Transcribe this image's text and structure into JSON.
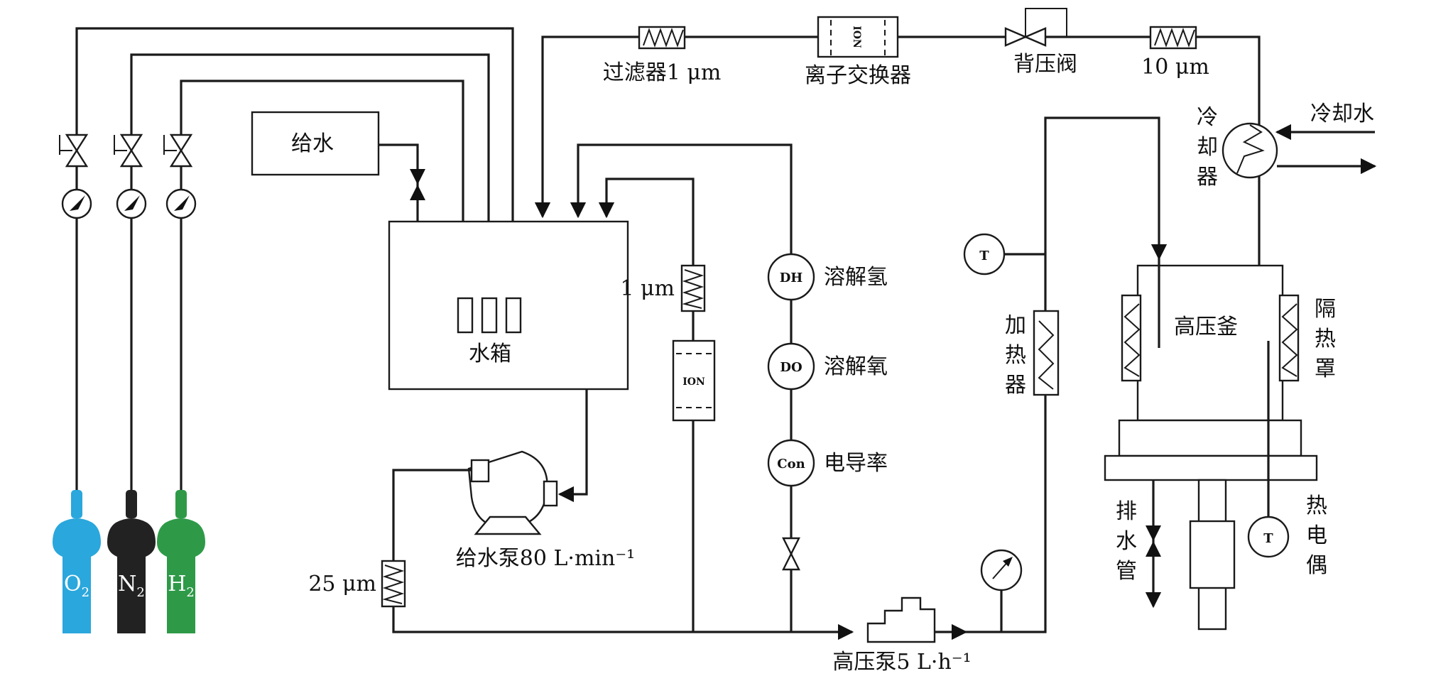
{
  "labels": {
    "filter_1um_top": "过滤器1 μm",
    "ion_exchanger": "离子交换器",
    "back_pressure_valve": "背压阀",
    "filter_10um": "10 μm",
    "cooling_water": "冷却水",
    "cooler": [
      "冷",
      "却",
      "器"
    ],
    "feed_water": "给水",
    "water_tank": "水箱",
    "filter_1um": "1 μm",
    "dissolved_hydrogen": "溶解氢",
    "dissolved_oxygen": "溶解氧",
    "conductivity": "电导率",
    "feed_pump": "给水泵80 L·min⁻¹",
    "filter_25um": "25 μm",
    "high_pressure_pump": "高压泵5 L·h⁻¹",
    "heater": [
      "加",
      "热",
      "器"
    ],
    "autoclave": "高压釜",
    "insulation_cover": [
      "隔",
      "热",
      "罩"
    ],
    "drain_pipe": [
      "排",
      "水",
      "管"
    ],
    "thermocouple": [
      "热",
      "电",
      "偶"
    ]
  },
  "sensors": {
    "dh": "DH",
    "do": "DO",
    "con": "Con",
    "t": "T"
  },
  "ion_tag": "ION",
  "cylinders": [
    {
      "element": "O",
      "sub": "2",
      "color": "#2aa7dc"
    },
    {
      "element": "N",
      "sub": "2",
      "color": "#222222"
    },
    {
      "element": "H",
      "sub": "2",
      "color": "#2e9a48"
    }
  ]
}
